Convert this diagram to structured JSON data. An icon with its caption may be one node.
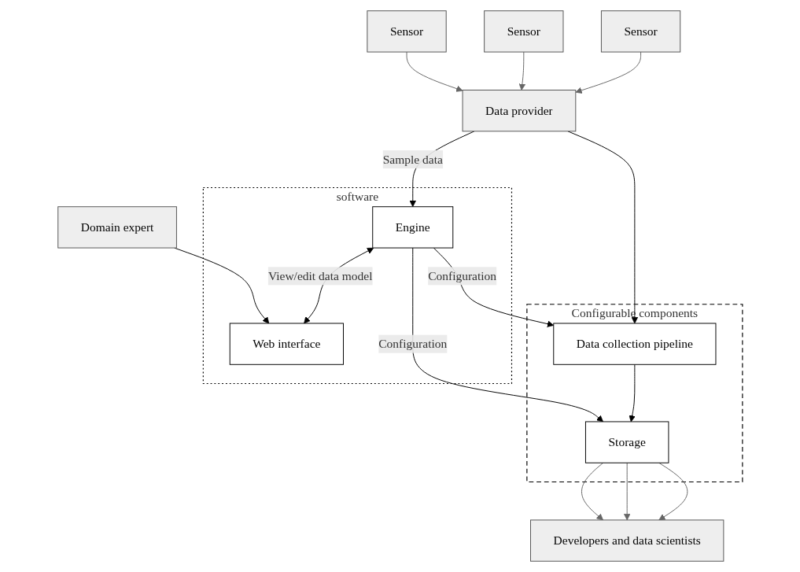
{
  "diagram": {
    "nodes": [
      {
        "text": [
          "Sensor"
        ]
      },
      {
        "text": [
          "Sensor"
        ]
      },
      {
        "text": [
          "Sensor"
        ]
      },
      {
        "text": [
          "Data provider"
        ]
      },
      {
        "text": [
          "Domain expert"
        ]
      },
      {
        "text": [
          "software"
        ]
      },
      {
        "text": [
          "Engine"
        ],
        "in": 5
      },
      {
        "text": [
          "Web interface"
        ],
        "in": 5
      },
      {
        "text": [
          "Configurable components"
        ]
      },
      {
        "text": [
          "Data collection pipeline"
        ],
        "in": 8
      },
      {
        "text": [
          "Storage"
        ],
        "in": 8
      },
      {
        "text": [
          "Developers and data scientists"
        ]
      }
    ],
    "edges": [
      {
        "from": 0,
        "to": 3,
        "arrow": "to",
        "color": "#666666"
      },
      {
        "from": 1,
        "to": 3,
        "arrow": "to",
        "color": "#666666"
      },
      {
        "from": 2,
        "to": 3,
        "arrow": "to",
        "color": "#666666"
      },
      {
        "from": 3,
        "to": 6,
        "arrow": "to",
        "label": "Sample data"
      },
      {
        "from": 3,
        "to": 9,
        "arrow": "to"
      },
      {
        "from": 4,
        "to": 7,
        "arrow": "to"
      },
      {
        "from": 6,
        "to": 9,
        "arrow": "to",
        "label": "Configuration"
      },
      {
        "from": 6,
        "to": 10,
        "arrow": "to",
        "label": "Configuration"
      },
      {
        "from": 6,
        "to": 7,
        "arrow": "both",
        "label": "View/edit data model"
      },
      {
        "from": 9,
        "to": 10,
        "arrow": "to"
      },
      {
        "from": 10,
        "to": 11,
        "arrow": "to",
        "color": "#666666"
      },
      {
        "from": 10,
        "to": 11,
        "arrow": "to",
        "color": "#666666"
      },
      {
        "from": 10,
        "to": 11,
        "arrow": "to",
        "color": "#666666"
      }
    ]
  }
}
